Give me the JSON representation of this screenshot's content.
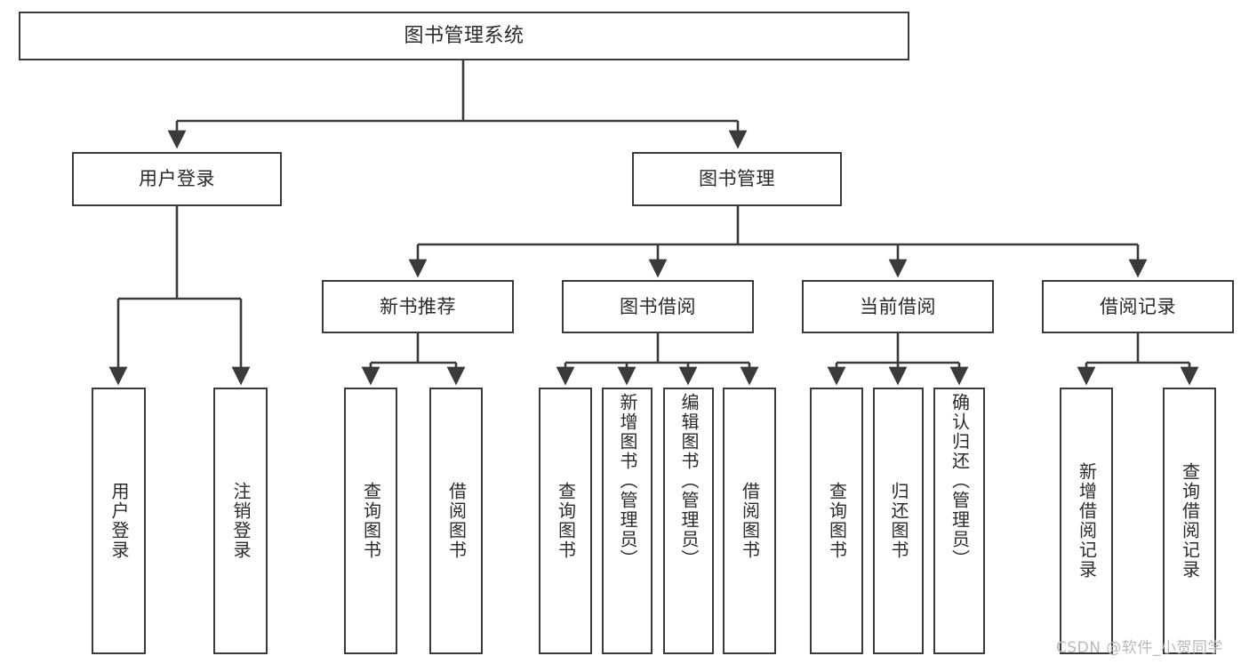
{
  "diagram": {
    "type": "tree-hierarchy-chart",
    "title": "图书管理系统",
    "orientation": "top-down",
    "colors": {
      "box_border": "#3a3a3a",
      "box_fill": "#ffffff",
      "connector": "#3a3a3a",
      "text": "#2b2b2b",
      "watermark": "#b9b9b9",
      "background": "#ffffff"
    },
    "levels": {
      "level1": [
        "图书管理系统"
      ],
      "level2": [
        "用户登录",
        "图书管理"
      ],
      "level3": [
        "新书推荐",
        "图书借阅",
        "当前借阅",
        "借阅记录"
      ],
      "level4_count": 13
    },
    "nodes": {
      "root": {
        "label": "图书管理系统"
      },
      "user_login": {
        "label": "用户登录"
      },
      "book_manage": {
        "label": "图书管理"
      },
      "new_book_rec": {
        "label": "新书推荐"
      },
      "book_borrow": {
        "label": "图书借阅"
      },
      "current_borrow": {
        "label": "当前借阅"
      },
      "borrow_record": {
        "label": "借阅记录"
      },
      "leaf_user_login": {
        "label": "用户登录"
      },
      "leaf_logout": {
        "label": "注销登录"
      },
      "leaf_query_book_1": {
        "label": "查询图书"
      },
      "leaf_borrow_book_1": {
        "label": "借阅图书"
      },
      "leaf_query_book_2": {
        "label": "查询图书"
      },
      "leaf_add_book_admin": {
        "label": "新增图书（管理员）"
      },
      "leaf_edit_book_admin": {
        "label": "编辑图书（管理员）"
      },
      "leaf_borrow_book_2": {
        "label": "借阅图书"
      },
      "leaf_query_book_3": {
        "label": "查询图书"
      },
      "leaf_return_book": {
        "label": "归还图书"
      },
      "leaf_confirm_return_admin": {
        "label": "确认归还（管理员）"
      },
      "leaf_add_borrow_record": {
        "label": "新增借阅记录"
      },
      "leaf_query_borrow_record": {
        "label": "查询借阅记录"
      }
    },
    "edges": [
      {
        "from": "图书管理系统",
        "to": "用户登录"
      },
      {
        "from": "图书管理系统",
        "to": "图书管理"
      },
      {
        "from": "用户登录",
        "to": "用户登录"
      },
      {
        "from": "用户登录",
        "to": "注销登录"
      },
      {
        "from": "图书管理",
        "to": "新书推荐"
      },
      {
        "from": "图书管理",
        "to": "图书借阅"
      },
      {
        "from": "图书管理",
        "to": "当前借阅"
      },
      {
        "from": "图书管理",
        "to": "借阅记录"
      },
      {
        "from": "新书推荐",
        "to": "查询图书"
      },
      {
        "from": "新书推荐",
        "to": "借阅图书"
      },
      {
        "from": "图书借阅",
        "to": "查询图书"
      },
      {
        "from": "图书借阅",
        "to": "新增图书（管理员）"
      },
      {
        "from": "图书借阅",
        "to": "编辑图书（管理员）"
      },
      {
        "from": "图书借阅",
        "to": "借阅图书"
      },
      {
        "from": "当前借阅",
        "to": "查询图书"
      },
      {
        "from": "当前借阅",
        "to": "归还图书"
      },
      {
        "from": "当前借阅",
        "to": "确认归还（管理员）"
      },
      {
        "from": "借阅记录",
        "to": "新增借阅记录"
      },
      {
        "from": "借阅记录",
        "to": "查询借阅记录"
      }
    ]
  },
  "watermark": {
    "text": "CSDN @软件_小贺同学"
  }
}
